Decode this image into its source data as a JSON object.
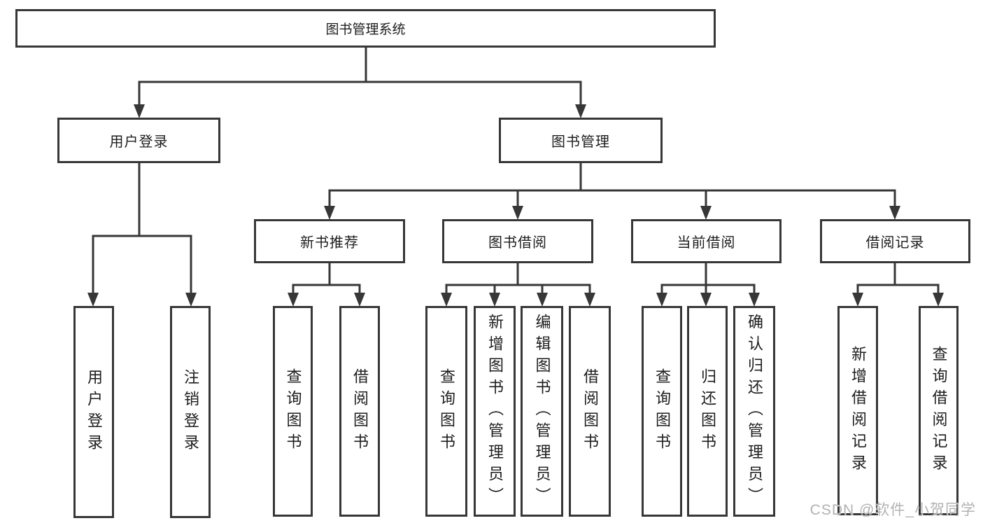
{
  "tree": {
    "label": "图书管理系统",
    "children": [
      {
        "label": "用户登录",
        "children": [
          {
            "label": "用户登录"
          },
          {
            "label": "注销登录"
          }
        ]
      },
      {
        "label": "图书管理",
        "children": [
          {
            "label": "新书推荐",
            "children": [
              {
                "label": "查询图书"
              },
              {
                "label": "借阅图书"
              }
            ]
          },
          {
            "label": "图书借阅",
            "children": [
              {
                "label": "查询图书"
              },
              {
                "label": "新增图书（管理员）"
              },
              {
                "label": "编辑图书（管理员）"
              },
              {
                "label": "借阅图书"
              }
            ]
          },
          {
            "label": "当前借阅",
            "children": [
              {
                "label": "查询图书"
              },
              {
                "label": "归还图书"
              },
              {
                "label": "确认归还（管理员）"
              }
            ]
          },
          {
            "label": "借阅记录",
            "children": [
              {
                "label": "新增借阅记录"
              },
              {
                "label": "查询借阅记录"
              }
            ]
          }
        ]
      }
    ]
  },
  "watermark": "CSDN @软件_小贺同学",
  "colors": {
    "line": "#37373a",
    "border": "#37373a",
    "text": "#1d1d1f",
    "watermark": "#b2b2b2",
    "background": "#ffffff"
  }
}
